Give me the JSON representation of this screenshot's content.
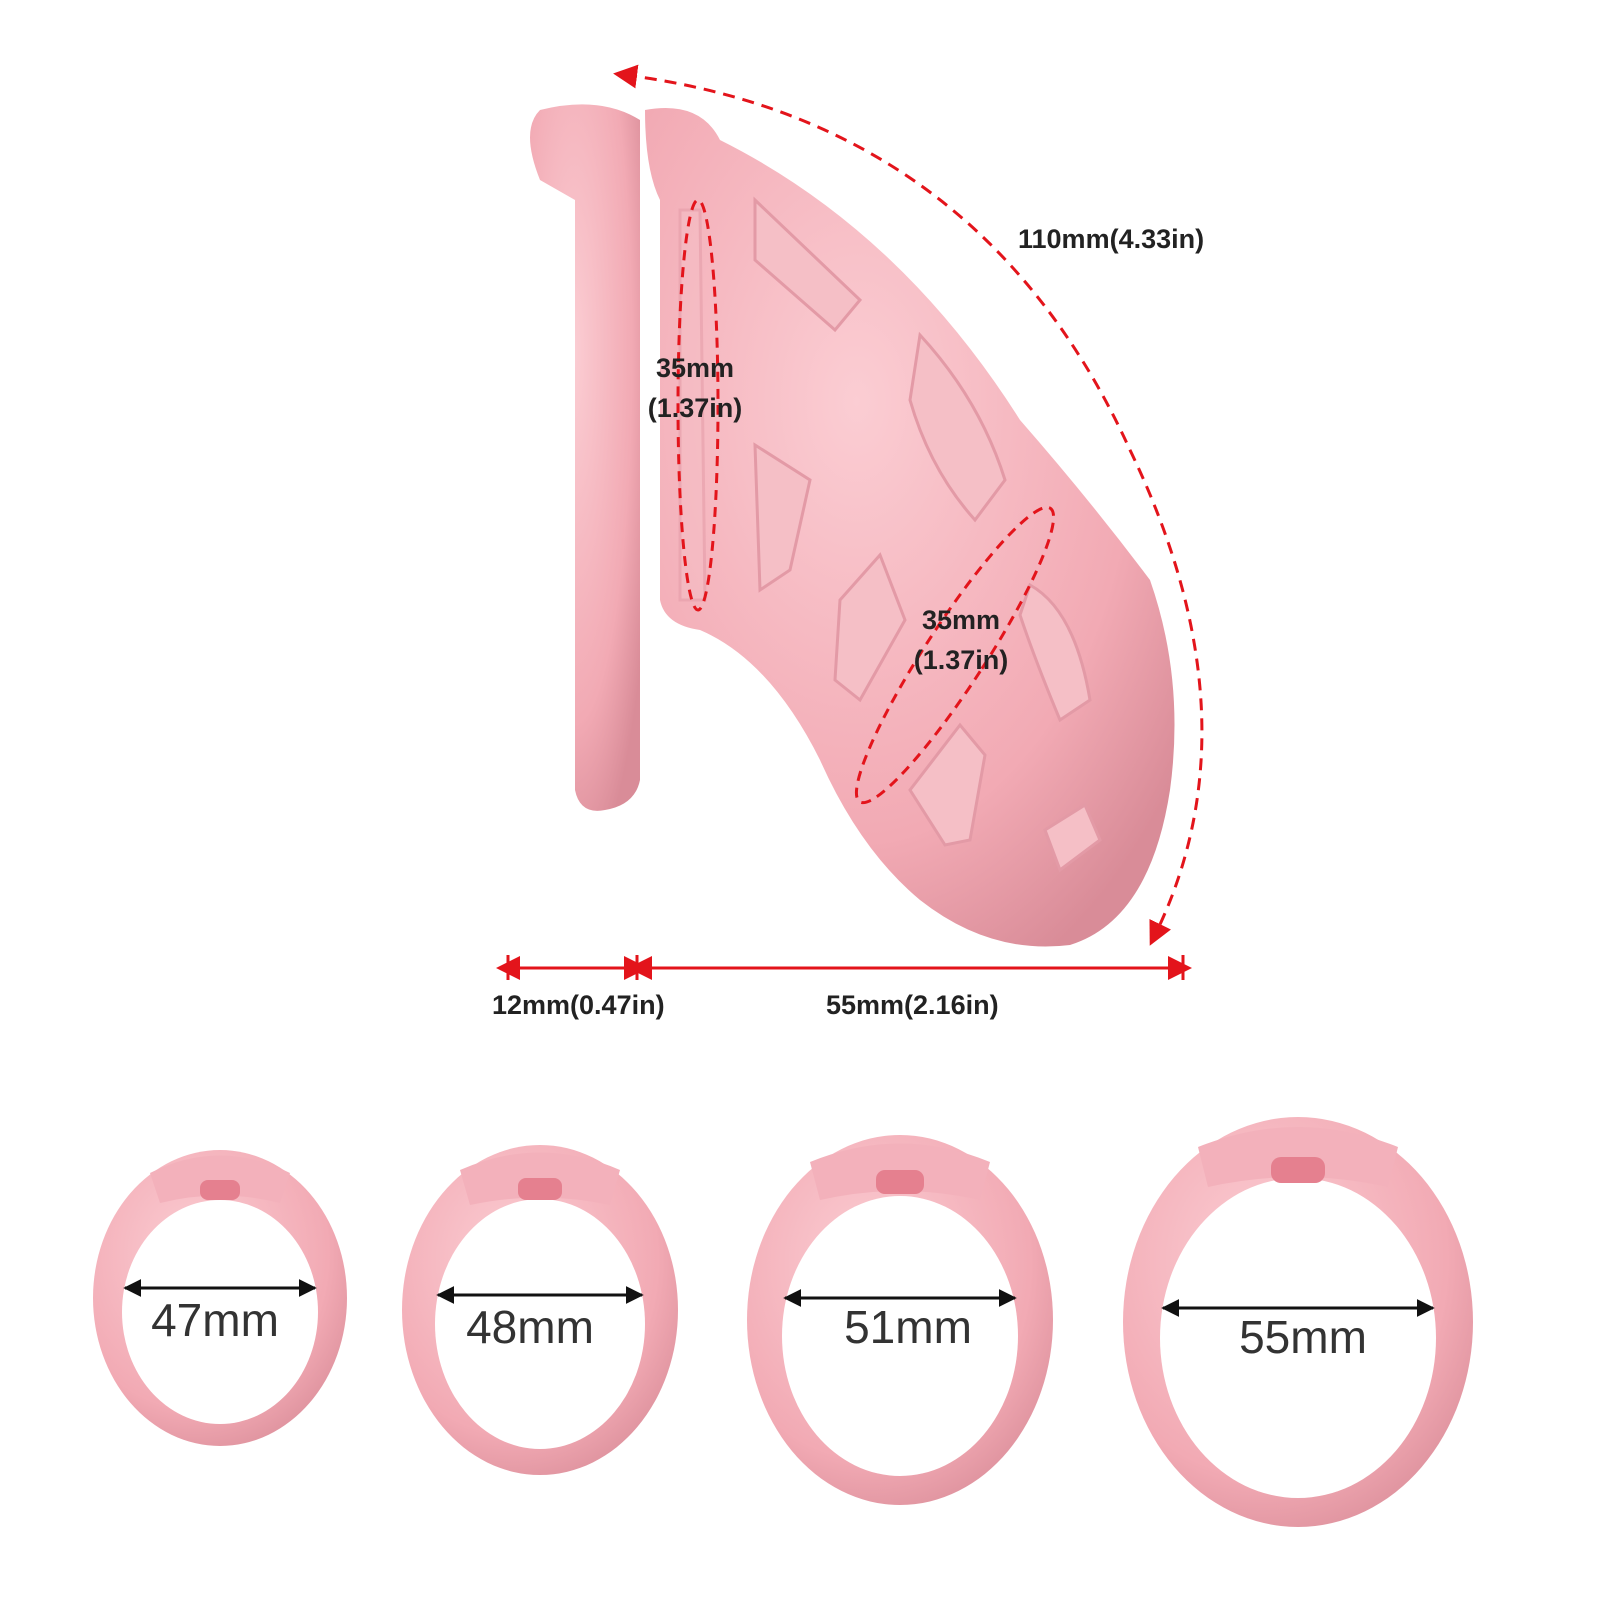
{
  "colors": {
    "product": "#f4b3bb",
    "product_shade": "#e69aa5",
    "hole": "#f7c6cc",
    "dimension": "#e3141b",
    "arrow_black": "#111111"
  },
  "cage": {
    "length_label": "110mm(4.33in)",
    "base_diameter_label": [
      "35mm",
      "(1.37in)"
    ],
    "tip_diameter_label": [
      "35mm",
      "(1.37in)"
    ],
    "gap_label": "12mm(0.47in)",
    "depth_label": "55mm(2.16in)"
  },
  "rings": [
    {
      "label": "47mm"
    },
    {
      "label": "48mm"
    },
    {
      "label": "51mm"
    },
    {
      "label": "55mm"
    }
  ]
}
